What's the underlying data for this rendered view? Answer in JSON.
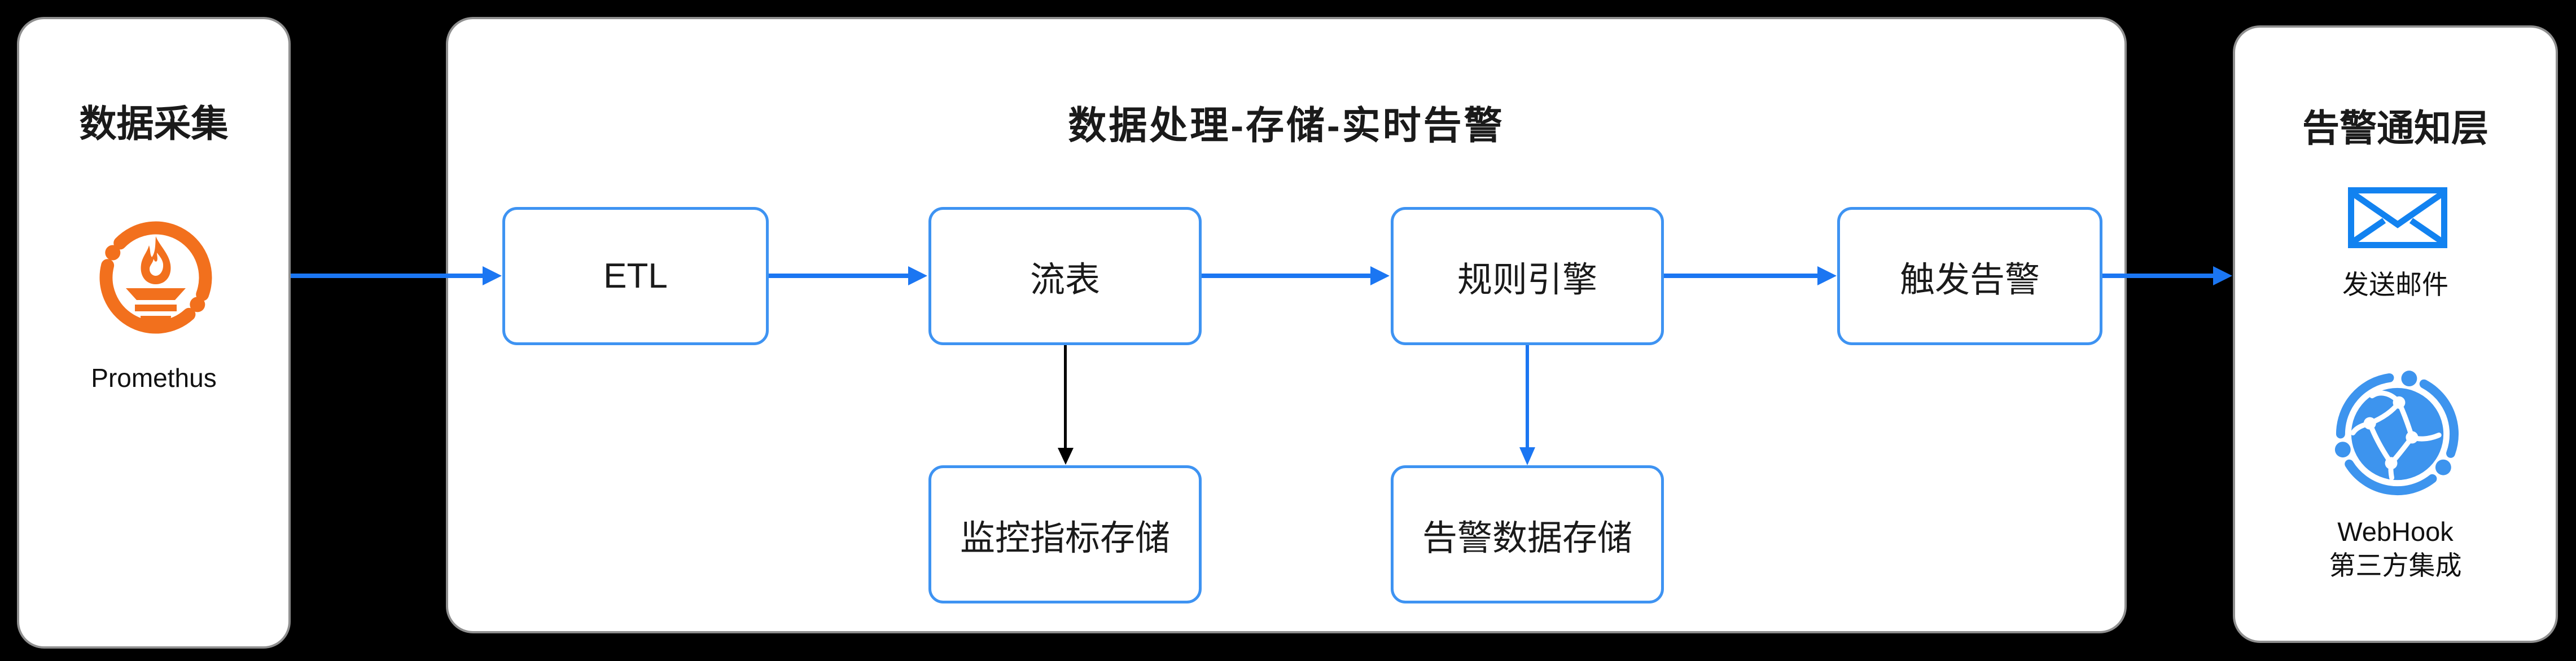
{
  "canvas": {
    "background": "#000000"
  },
  "colors": {
    "panel_border": "#8f8f8f",
    "node_border": "#3e93f2",
    "arrow_blue": "#1b76f2",
    "arrow_black": "#000000",
    "prometheus_orange": "#f2701d",
    "email_blue": "#1282f0",
    "webhook_blue": "#3d94ee",
    "text": "#1a1a1a"
  },
  "panels": {
    "collection": {
      "title": "数据采集",
      "icon": "prometheus-icon",
      "icon_label": "Promethus"
    },
    "processing": {
      "title": "数据处理-存储-实时告警",
      "nodes": [
        {
          "id": "etl",
          "label": "ETL"
        },
        {
          "id": "stream-table",
          "label": "流表"
        },
        {
          "id": "rule-engine",
          "label": "规则引擎"
        },
        {
          "id": "trigger-alert",
          "label": "触发告警"
        },
        {
          "id": "metric-storage",
          "label": "监控指标存储"
        },
        {
          "id": "alert-storage",
          "label": "告警数据存储"
        }
      ]
    },
    "notification": {
      "title": "告警通知层",
      "email": {
        "icon": "email-icon",
        "label": "发送邮件"
      },
      "webhook": {
        "icon": "webhook-icon",
        "label": "WebHook",
        "sublabel": "第三方集成"
      }
    }
  },
  "edges": [
    {
      "from": "prometheus",
      "to": "etl",
      "color": "blue"
    },
    {
      "from": "etl",
      "to": "stream-table",
      "color": "blue"
    },
    {
      "from": "stream-table",
      "to": "rule-engine",
      "color": "blue"
    },
    {
      "from": "rule-engine",
      "to": "trigger-alert",
      "color": "blue"
    },
    {
      "from": "trigger-alert",
      "to": "notification-layer",
      "color": "blue"
    },
    {
      "from": "stream-table",
      "to": "metric-storage",
      "color": "black"
    },
    {
      "from": "rule-engine",
      "to": "alert-storage",
      "color": "blue"
    }
  ]
}
